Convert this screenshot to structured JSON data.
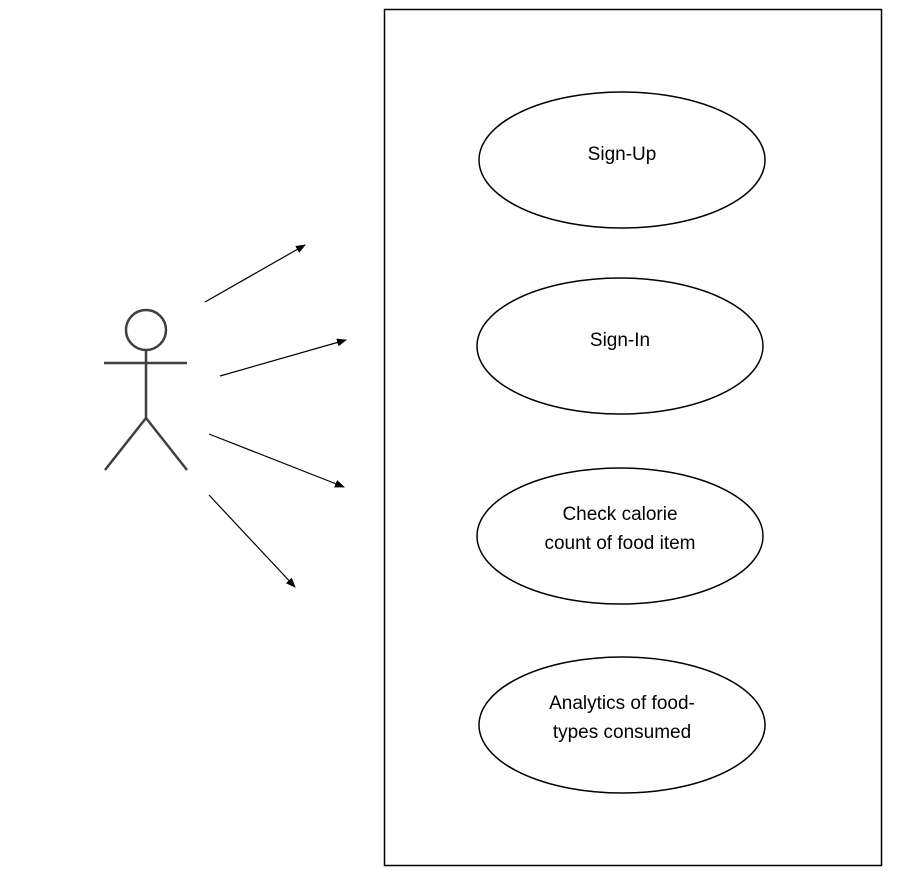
{
  "diagram": {
    "type": "use-case",
    "colors": {
      "stroke": "#000000",
      "actor_stroke": "#404040",
      "background": "#ffffff"
    },
    "actor": {
      "icon": "stick-figure-icon",
      "label": ""
    },
    "use_cases": [
      {
        "id": "sign-up",
        "lines": [
          "Sign-Up"
        ]
      },
      {
        "id": "sign-in",
        "lines": [
          "Sign-In"
        ]
      },
      {
        "id": "check-calorie",
        "lines": [
          "Check calorie",
          "count of food item"
        ]
      },
      {
        "id": "analytics",
        "lines": [
          "Analytics of food-",
          "types consumed"
        ]
      }
    ],
    "associations": [
      {
        "from": "actor",
        "to": "sign-up"
      },
      {
        "from": "actor",
        "to": "sign-in"
      },
      {
        "from": "actor",
        "to": "check-calorie"
      },
      {
        "from": "actor",
        "to": "analytics"
      }
    ]
  }
}
